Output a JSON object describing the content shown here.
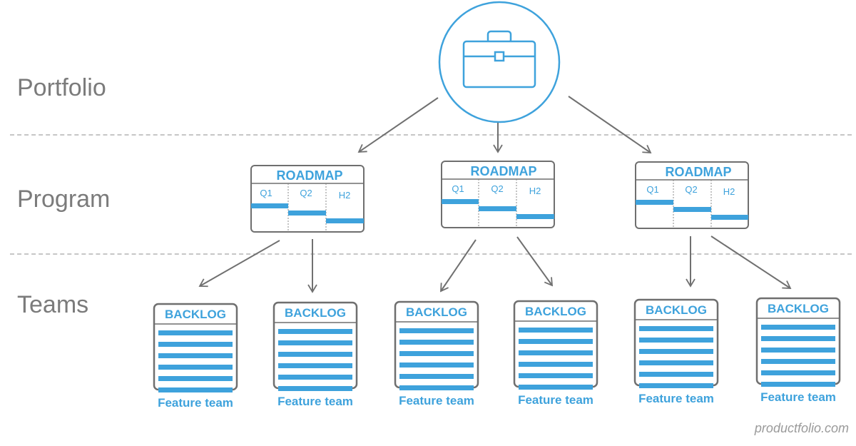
{
  "levels": {
    "portfolio": "Portfolio",
    "program": "Program",
    "teams": "Teams"
  },
  "portfolio_icon": "briefcase-icon",
  "roadmaps": [
    {
      "title": "ROADMAP",
      "columns": [
        "Q1",
        "Q2",
        "H2"
      ]
    },
    {
      "title": "ROADMAP",
      "columns": [
        "Q1",
        "Q2",
        "H2"
      ]
    },
    {
      "title": "ROADMAP",
      "columns": [
        "Q1",
        "Q2",
        "H2"
      ]
    }
  ],
  "backlogs": [
    {
      "title": "BACKLOG",
      "caption": "Feature team"
    },
    {
      "title": "BACKLOG",
      "caption": "Feature team"
    },
    {
      "title": "BACKLOG",
      "caption": "Feature team"
    },
    {
      "title": "BACKLOG",
      "caption": "Feature team"
    },
    {
      "title": "BACKLOG",
      "caption": "Feature team"
    },
    {
      "title": "BACKLOG",
      "caption": "Feature team"
    }
  ],
  "watermark": "productfolio.com",
  "colors": {
    "accent": "#3ea2dc",
    "box_border": "#6f6f6f",
    "arrow": "#707070",
    "label": "#7b7b7b",
    "divider": "#c6c6c6"
  }
}
